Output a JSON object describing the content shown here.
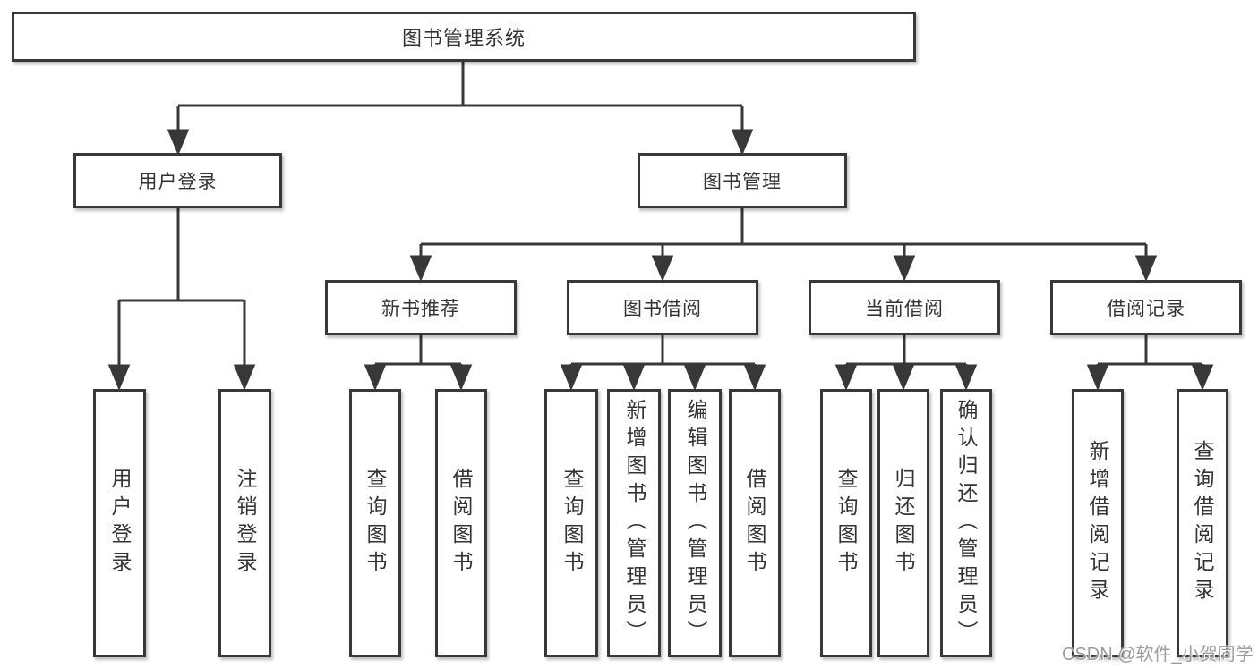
{
  "tree": {
    "root": "图书管理系统",
    "branches": [
      {
        "label": "用户登录",
        "leaves": [
          "用户登录",
          "注销登录"
        ]
      },
      {
        "label": "图书管理",
        "children": [
          {
            "label": "新书推荐",
            "leaves": [
              "查询图书",
              "借阅图书"
            ]
          },
          {
            "label": "图书借阅",
            "leaves": [
              "查询图书",
              "新增图书（管理员）",
              "编辑图书（管理员）",
              "借阅图书"
            ]
          },
          {
            "label": "当前借阅",
            "leaves": [
              "查询图书",
              "归还图书",
              "确认归还（管理员）"
            ]
          },
          {
            "label": "借阅记录",
            "leaves": [
              "新增借阅记录",
              "查询借阅记录"
            ]
          }
        ]
      }
    ]
  },
  "watermark": "CSDN @软件_小贺同学",
  "colors": {
    "line": "#383838",
    "box_border": "#383838",
    "text": "#333333",
    "background": "#ffffff",
    "watermark_text": "#9c9c9c"
  }
}
